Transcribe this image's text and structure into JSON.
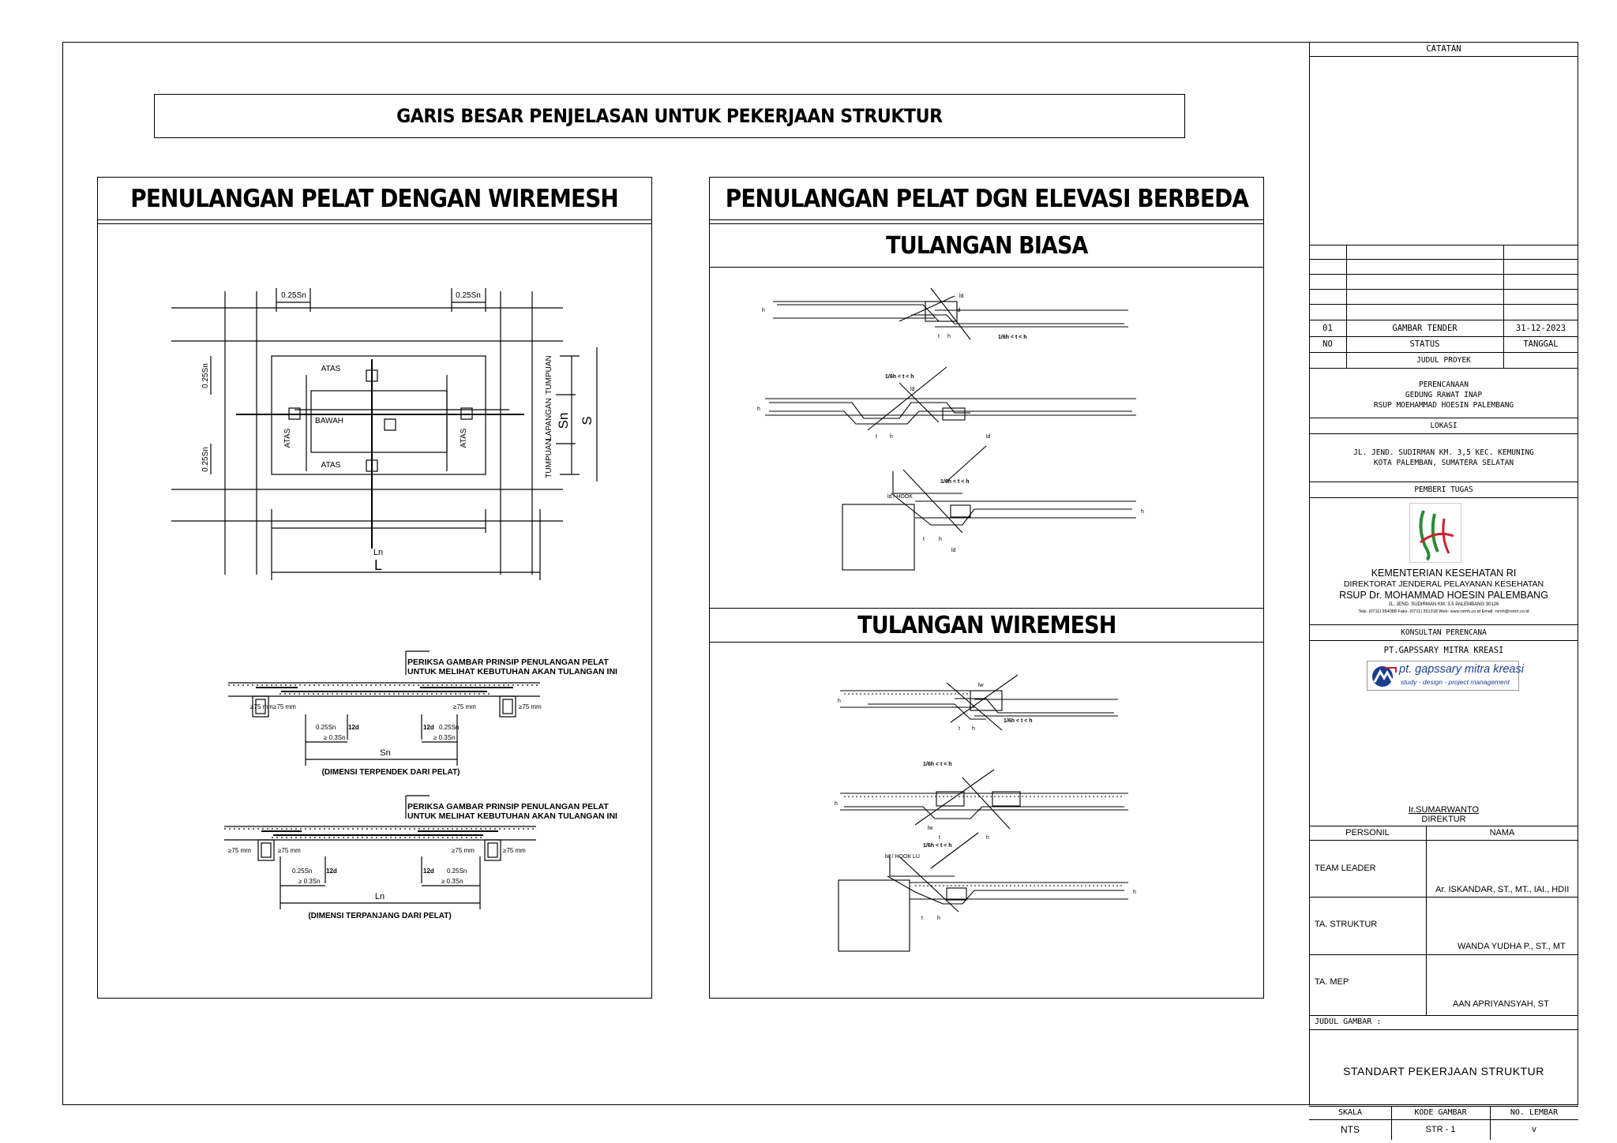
{
  "main_title": "GARIS BESAR PENJELASAN UNTUK PEKERJAAN STRUKTUR",
  "left_panel": {
    "title": "PENULANGAN PELAT DENGAN WIREMESH",
    "plan": {
      "dim_top_left": "0.25Sn",
      "dim_top_right": "0.25Sn",
      "dim_side_top": "0.25Sn",
      "dim_side_bottom": "0.25Sn",
      "atas_top": "ATAS",
      "atas_bottom": "ATAS",
      "bawah": "BAWAH",
      "atas_left": "ATAS",
      "atas_right": "ATAS",
      "tumpuan_top": "TUMPUAN",
      "lapangan": "LAPANGAN",
      "tumpuan_bottom": "TUMPUAN",
      "sn": "Sn",
      "s": "S",
      "ln": "Ln",
      "l": "L"
    },
    "section1": {
      "note_line1": "PERIKSA GAMBAR PRINSIP PENULANGAN PELAT",
      "note_line2": "UNTUK MELIHAT KEBUTUHAN AKAN TULANGAN INI",
      "c1": "≥75 mm",
      "c2": "≥75 mm",
      "c3": "≥75 mm",
      "c4": "≥75 mm",
      "d1": "0.25Sn",
      "d2": "12d",
      "d3": "12d",
      "d4": "0.25Sn",
      "d5": "≥ 0.3Sn",
      "d6": "≥ 0.3Sn",
      "span": "Sn",
      "caption": "(DIMENSI TERPENDEK DARI PELAT)"
    },
    "section2": {
      "note_line1": "PERIKSA GAMBAR PRINSIP PENULANGAN PELAT",
      "note_line2": "UNTUK MELIHAT KEBUTUHAN AKAN TULANGAN INI",
      "c1": "≥75 mm",
      "c2": "≥75 mm",
      "c3": "≥75 mm",
      "c4": "≥75 mm",
      "d1": "0.25Sn",
      "d2": "12d",
      "d3": "12d",
      "d4": "0.25Sn",
      "d5": "≥ 0.3Sn",
      "d6": "≥ 0.3Sn",
      "span": "Ln",
      "caption": "(DIMENSI TERPANJANG DARI PELAT)"
    }
  },
  "right_panel": {
    "title": "PENULANGAN PELAT DGN ELEVASI BERBEDA",
    "sub1": "TULANGAN  BIASA",
    "sub2": "TULANGAN WIREMESH",
    "label_ld": "ld",
    "label_h": "h",
    "label_t": "t",
    "label_cond": "1/6h < t < h",
    "label_lw": "lw",
    "label_ld_hook": "ld / HOOK",
    "label_lw_hook": "lw / HOOK LU"
  },
  "title_block": {
    "catatan": "CATATAN",
    "rev_no": "01",
    "rev_status": "GAMBAR TENDER",
    "rev_date": "31-12-2023",
    "h_no": "NO",
    "h_status": "STATUS",
    "h_tanggal": "TANGGAL",
    "judul_proyek_label": "JUDUL PROYEK",
    "proyek_1": "PERENCANAAN",
    "proyek_2": "GEDUNG RAWAT INAP",
    "proyek_3": "RSUP MOEHAMMAD HOESIN PALEMBANG",
    "lokasi_label": "LOKASI",
    "lokasi_1": "JL. JEND. SUDIRMAN KM. 3,5 KEC. KEMUNING",
    "lokasi_2": "KOTA PALEMBAN, SUMATERA SELATAN",
    "pemberi_label": "PEMBERI TUGAS",
    "owner_1": "KEMENTERIAN KESEHATAN RI",
    "owner_2": "DIREKTORAT JENDERAL PELAYANAN KESEHATAN",
    "owner_3": "RSUP Dr. MOHAMMAD HOESIN PALEMBANG",
    "owner_4": "JL. JEND. SUDIRMAN KM. 3,5 PALEMBANG 30126",
    "owner_5": "Telp. (0711) 354088 Faks. (0711) 351318 Web: www.rsmh.co.id Email: rsmh@rsmh.co.id",
    "konsultan_label": "KONSULTAN PERENCANA",
    "konsultan_name": "PT.GAPSSARY MITRA KREASI",
    "logo_text_1": "pt. gapssary mitra kreasi",
    "logo_text_2": "study - design - project management",
    "direktur_name": "Ir.SUMARWANTO",
    "direktur_role": "DIREKTUR",
    "personil_label": "PERSONIL",
    "nama_label": "NAMA",
    "p1_role": "TEAM LEADER",
    "p1_name": "Ar. ISKANDAR, ST., MT., IAI., HDII",
    "p2_role": "TA. STRUKTUR",
    "p2_name": "WANDA YUDHA P., ST., MT",
    "p3_role": "TA. MEP",
    "p3_name": "AAN APRIYANSYAH, ST",
    "judul_gambar_label": "JUDUL GAMBAR :",
    "judul_gambar": "STANDART PEKERJAAN STRUKTUR",
    "skala_label": "SKALA",
    "kode_label": "KODE GAMBAR",
    "lembar_label": "NO. LEMBAR",
    "skala": "NTS",
    "kode": "STR - 1",
    "lembar": "v"
  },
  "colors": {
    "ink": "#000000",
    "logo_blue": "#1a3f8f",
    "logo_red": "#c8202a",
    "logo_green": "#2a8a3a"
  }
}
